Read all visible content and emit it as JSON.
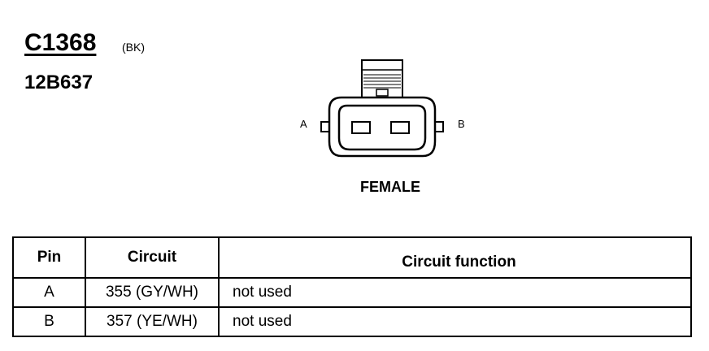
{
  "connector": {
    "id": "C1368",
    "color_code": "(BK)",
    "part_number": "12B637",
    "pin_labels": [
      "A",
      "B"
    ],
    "gender": "FEMALE"
  },
  "table": {
    "headers": [
      "Pin",
      "Circuit",
      "Circuit function"
    ],
    "rows": [
      {
        "pin": "A",
        "circuit": "355 (GY/WH)",
        "function": "not used"
      },
      {
        "pin": "B",
        "circuit": "357 (YE/WH)",
        "function": "not used"
      }
    ]
  }
}
